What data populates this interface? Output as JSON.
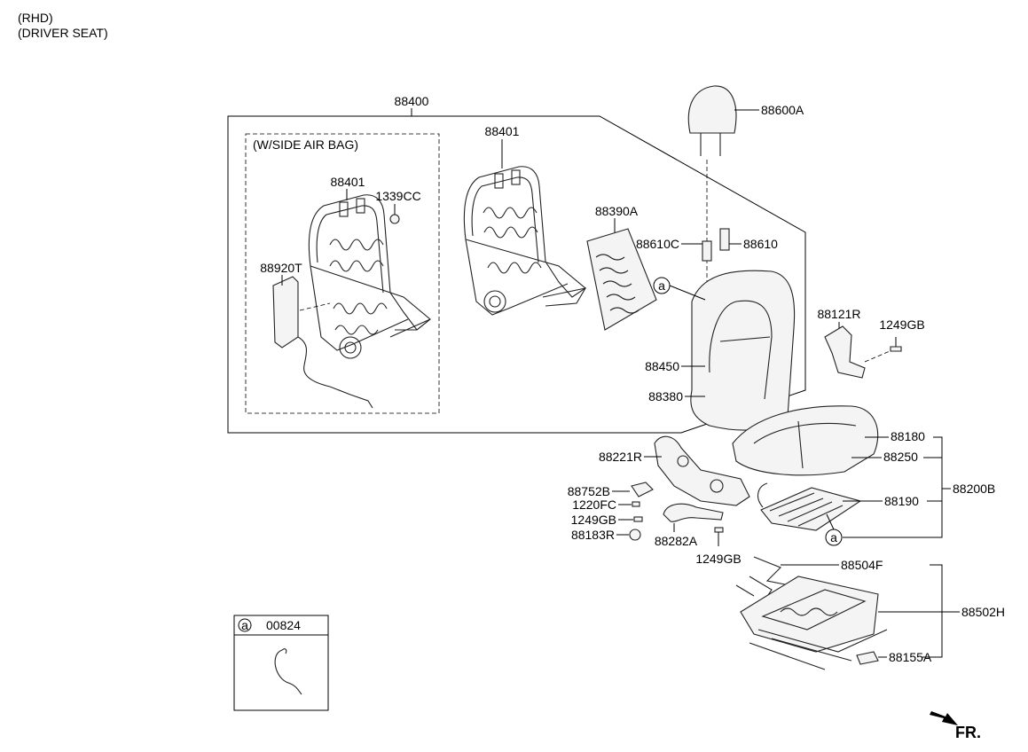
{
  "header": {
    "line1": "(RHD)",
    "line2": "(DRIVER SEAT)"
  },
  "subgroup_label": "(W/SIDE AIR BAG)",
  "parts": {
    "p88400": "88400",
    "p88401_a": "88401",
    "p88401_b": "88401",
    "p1339CC": "1339CC",
    "p88920T": "88920T",
    "p88390A": "88390A",
    "p88600A": "88600A",
    "p88610C": "88610C",
    "p88610": "88610",
    "p88121R": "88121R",
    "p1249GB_a": "1249GB",
    "p88450": "88450",
    "p88380": "88380",
    "p88180": "88180",
    "p88250": "88250",
    "p88200B": "88200B",
    "p88221R": "88221R",
    "p88752B": "88752B",
    "p1220FC": "1220FC",
    "p1249GB_b": "1249GB",
    "p88183R": "88183R",
    "p88282A": "88282A",
    "p1249GB_c": "1249GB",
    "p88190": "88190",
    "p88504F": "88504F",
    "p88502H": "88502H",
    "p88155A": "88155A"
  },
  "ref_markers": {
    "a1": "a",
    "a2": "a"
  },
  "legend": {
    "marker": "a",
    "part": "00824"
  },
  "direction": "FR."
}
